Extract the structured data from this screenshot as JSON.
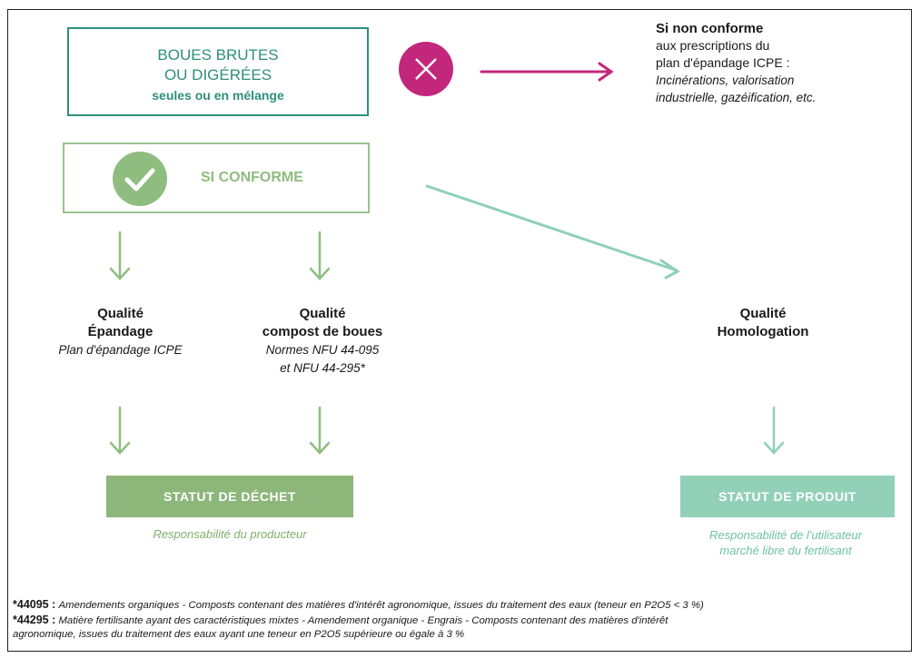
{
  "boues": {
    "line1": "BOUES BRUTES",
    "line2": "OU DIGÉRÉES",
    "line3": "seules ou en mélange"
  },
  "conforme": {
    "label": "SI CONFORME"
  },
  "non_conforme": {
    "title": "Si non conforme",
    "line2": "aux prescriptions du",
    "line3": "plan d'épandage ICPE :",
    "line4": "Incinérations, valorisation",
    "line5": "industrielle, gazéification, etc."
  },
  "qualites": [
    {
      "b1": "Qualité",
      "b2": "Épandage",
      "i1": "Plan d'épandage ICPE",
      "i2": ""
    },
    {
      "b1": "Qualité",
      "b2": "compost de boues",
      "i1": "Normes NFU 44-095",
      "i2": "et NFU 44-295*"
    },
    {
      "b1": "Qualité",
      "b2": "Homologation",
      "i1": "",
      "i2": ""
    }
  ],
  "statuts": {
    "dechet": "STATUT DE DÉCHET",
    "produit": "STATUT DE PRODUIT"
  },
  "responsabilites": {
    "dechet": "Responsabilité du producteur",
    "produit_l1": "Responsabilité de l'utilisateur",
    "produit_l2": "marché libre du fertilisant"
  },
  "footnotes": [
    {
      "key": "*44095 :",
      "text": "Amendements organiques - Composts contenant des matières d'intérêt agronomique, issues du traitement des eaux (teneur en P2O5 < 3 %)"
    },
    {
      "key": "*44295 :",
      "text": "Matière fertilisante ayant des caractéristiques mixtes - Amendement organique - Engrais - Composts contenant des matières d'intérêt"
    },
    {
      "key": "",
      "text": "agronomique, issues du traitement des eaux ayant une teneur en P2O5 supérieure ou égale à 3 %"
    }
  ],
  "colors": {
    "teal": "#2e8f7a",
    "light_green": "#9cc28e",
    "magenta": "#c2277c",
    "mint": "#93d0b8",
    "green": "#8cb67a"
  },
  "icons": [
    "cross-icon",
    "checkmark-icon",
    "arrow-icon"
  ]
}
